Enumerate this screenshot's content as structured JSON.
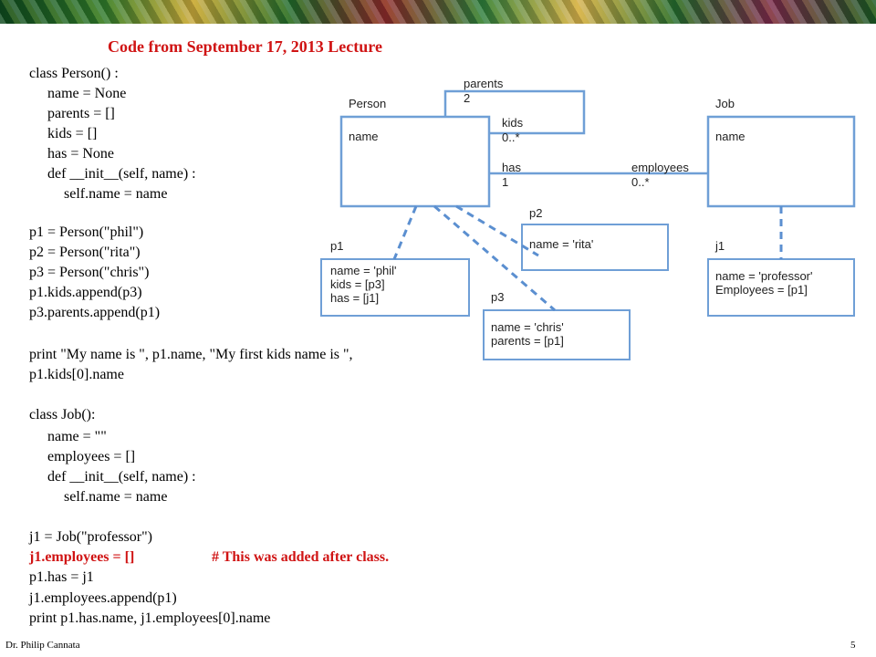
{
  "slide": {
    "title": "Code from September 17, 2013 Lecture",
    "code_lines": [
      "class Person() :",
      "name = None",
      "parents = []",
      "kids = []",
      "has = None",
      "def __init__(self, name) :",
      "self.name = name",
      "p1 = Person(\"phil\")",
      "p2 = Person(\"rita\")",
      "p3 = Person(\"chris\")",
      "p1.kids.append(p3)",
      "p3.parents.append(p1)",
      "print \"My name is \", p1.name, \"My first kids name is \",",
      "p1.kids[0].name",
      "class Job():",
      "name = \"\"",
      "employees = []",
      "def __init__(self, name) :",
      "self.name = name",
      "j1 = Job(\"professor\")",
      "j1.employees = []",
      "# This was added after class.",
      "p1.has = j1",
      "j1.employees.append(p1)",
      "print p1.has.name, j1.employees[0].name"
    ],
    "footer_author": "Dr. Philip Cannata",
    "page_number": "5"
  },
  "diagram": {
    "person_class": {
      "header": "Person",
      "attr": "name"
    },
    "job_class": {
      "header": "Job",
      "attr": "name"
    },
    "assoc_parents": {
      "role": "parents",
      "mult": "2"
    },
    "assoc_kids": {
      "role": "kids",
      "mult": "0..*"
    },
    "assoc_has": {
      "role": "has",
      "mult": "1"
    },
    "assoc_employees": {
      "role": "employees",
      "mult": "0..*"
    },
    "p1": {
      "label": "p1",
      "lines": [
        "name = 'phil'",
        "kids = [p3]",
        "has = [j1]"
      ]
    },
    "p2": {
      "label": "p2",
      "lines": [
        "name = 'rita'"
      ]
    },
    "p3": {
      "label": "p3",
      "lines": [
        "name = 'chris'",
        "parents = [p1]"
      ]
    },
    "j1": {
      "label": "j1",
      "lines": [
        "name = 'professor'",
        "Employees = [p1]"
      ]
    },
    "colors": {
      "box_border": "#6f9fd6",
      "dashed_link": "#5b8fd0",
      "accent_red": "#d01414"
    }
  }
}
